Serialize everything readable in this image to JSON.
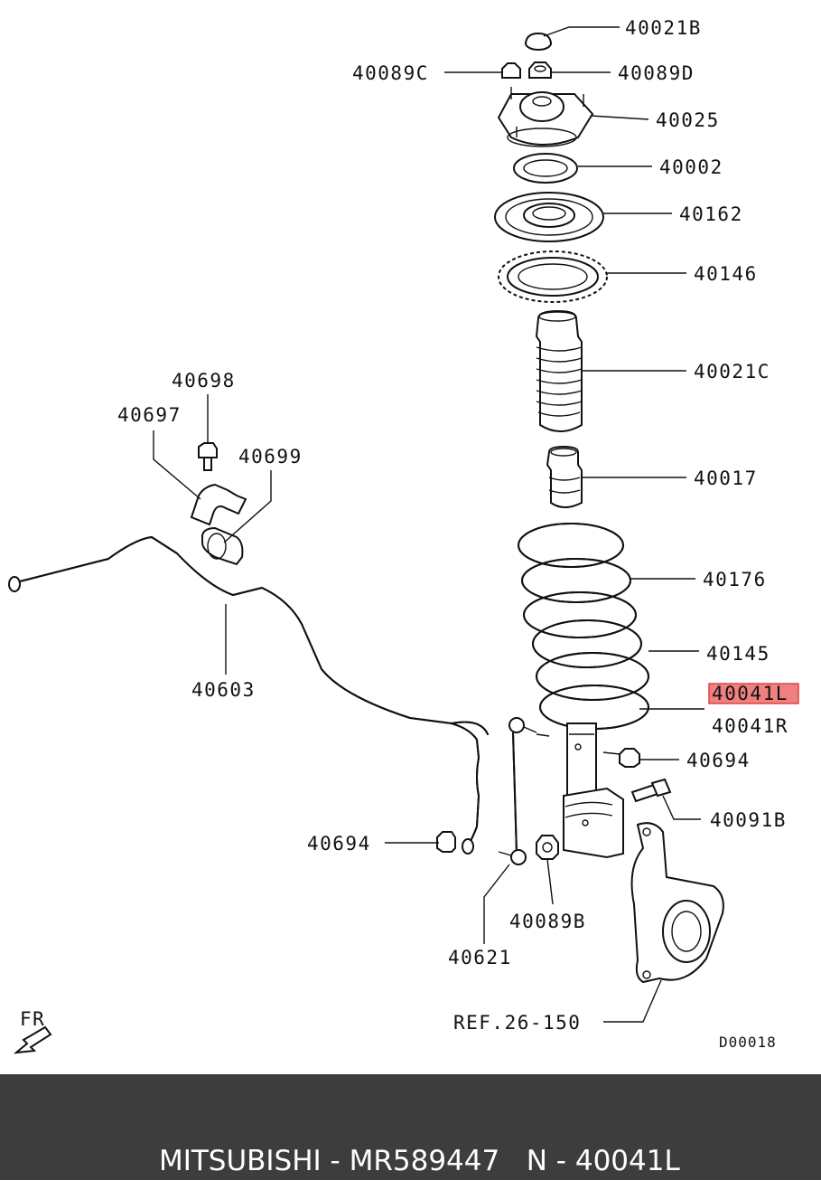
{
  "labels": {
    "l_40021B": "40021B",
    "l_40089C": "40089C",
    "l_40089D": "40089D",
    "l_40025": "40025",
    "l_40002": "40002",
    "l_40162": "40162",
    "l_40146": "40146",
    "l_40021C": "40021C",
    "l_40698": "40698",
    "l_40697": "40697",
    "l_40699": "40699",
    "l_40017": "40017",
    "l_40176": "40176",
    "l_40145": "40145",
    "l_40603": "40603",
    "l_40041L": "40041L",
    "l_40041R": "40041R",
    "l_40694a": "40694",
    "l_40091B": "40091B",
    "l_40694b": "40694",
    "l_40089B": "40089B",
    "l_40621": "40621",
    "l_ref": "REF.26-150",
    "l_fr": "FR",
    "l_code": "D00018"
  },
  "highlight_color": "#f08080",
  "footer": {
    "text": "MITSUBISHI - MR589447   N - 40041L"
  }
}
